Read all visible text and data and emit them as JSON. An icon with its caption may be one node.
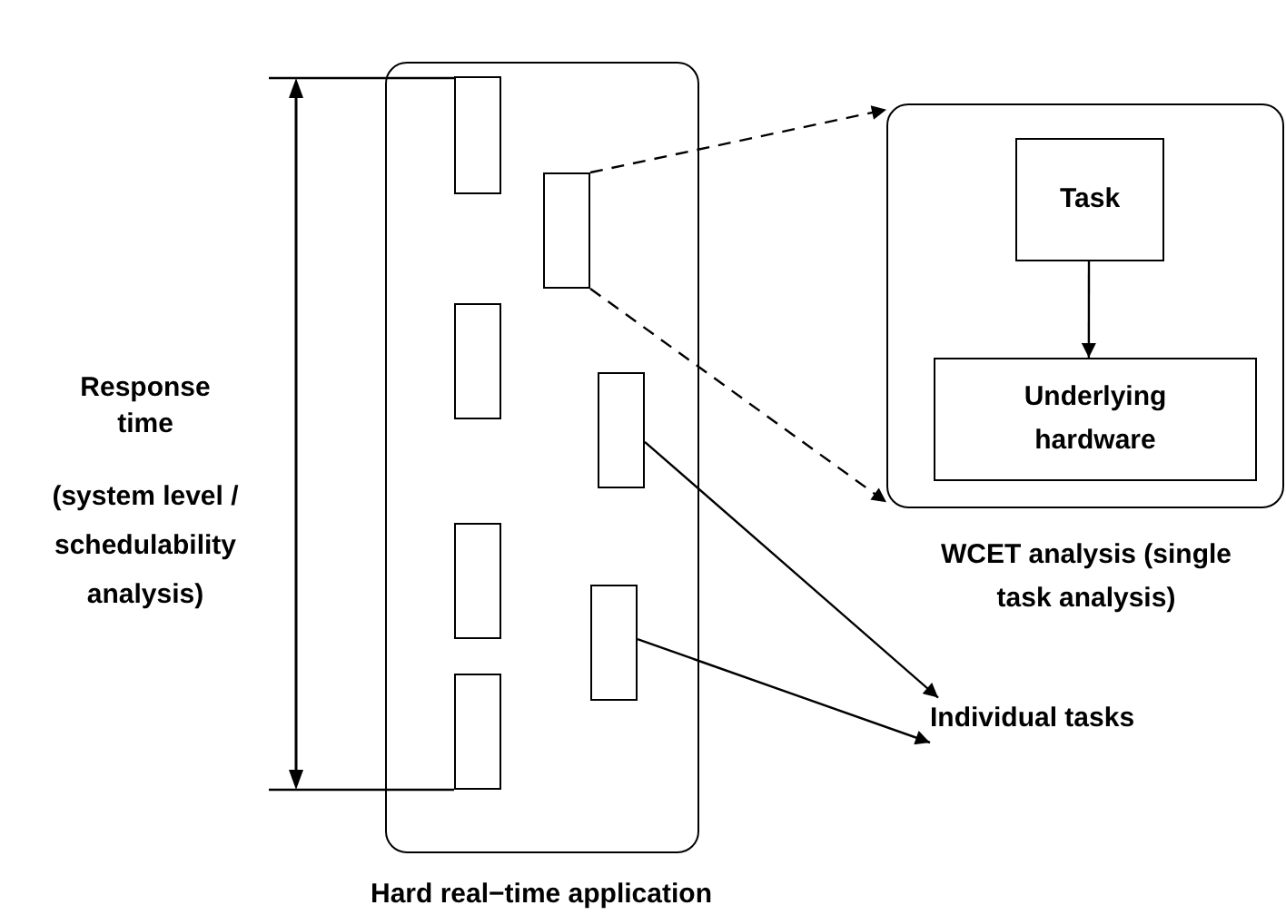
{
  "diagram": {
    "nodes": [
      {
        "text": [
          "Hard real−time application"
        ]
      },
      {
        "text": [],
        "shape": "box",
        "in": 0
      },
      {
        "text": [],
        "shape": "box",
        "in": 0
      },
      {
        "text": [],
        "shape": "box",
        "in": 0
      },
      {
        "text": [],
        "shape": "box",
        "in": 0
      },
      {
        "text": [],
        "shape": "box",
        "in": 0
      },
      {
        "text": [],
        "shape": "box",
        "in": 0
      },
      {
        "text": [],
        "shape": "box",
        "in": 0
      },
      {
        "text": [
          "WCET analysis (single task analysis)"
        ]
      },
      {
        "text": [
          "Task"
        ],
        "in": 8
      },
      {
        "text": [
          "Underlying hardware"
        ],
        "in": 8
      },
      {
        "text": [
          "Individual tasks"
        ]
      }
    ],
    "edges": [
      {
        "from": 2,
        "to": 8,
        "arrow": "to",
        "style": "dashed"
      },
      {
        "from": 2,
        "to": 8,
        "arrow": "to",
        "style": "dashed"
      },
      {
        "from": 9,
        "to": 10,
        "arrow": "to"
      },
      {
        "from": 4,
        "to": 11,
        "arrow": "to"
      },
      {
        "from": 6,
        "to": 11,
        "arrow": "to"
      }
    ],
    "labels": [
      "Response time",
      "(system level / schedulability analysis)"
    ]
  }
}
